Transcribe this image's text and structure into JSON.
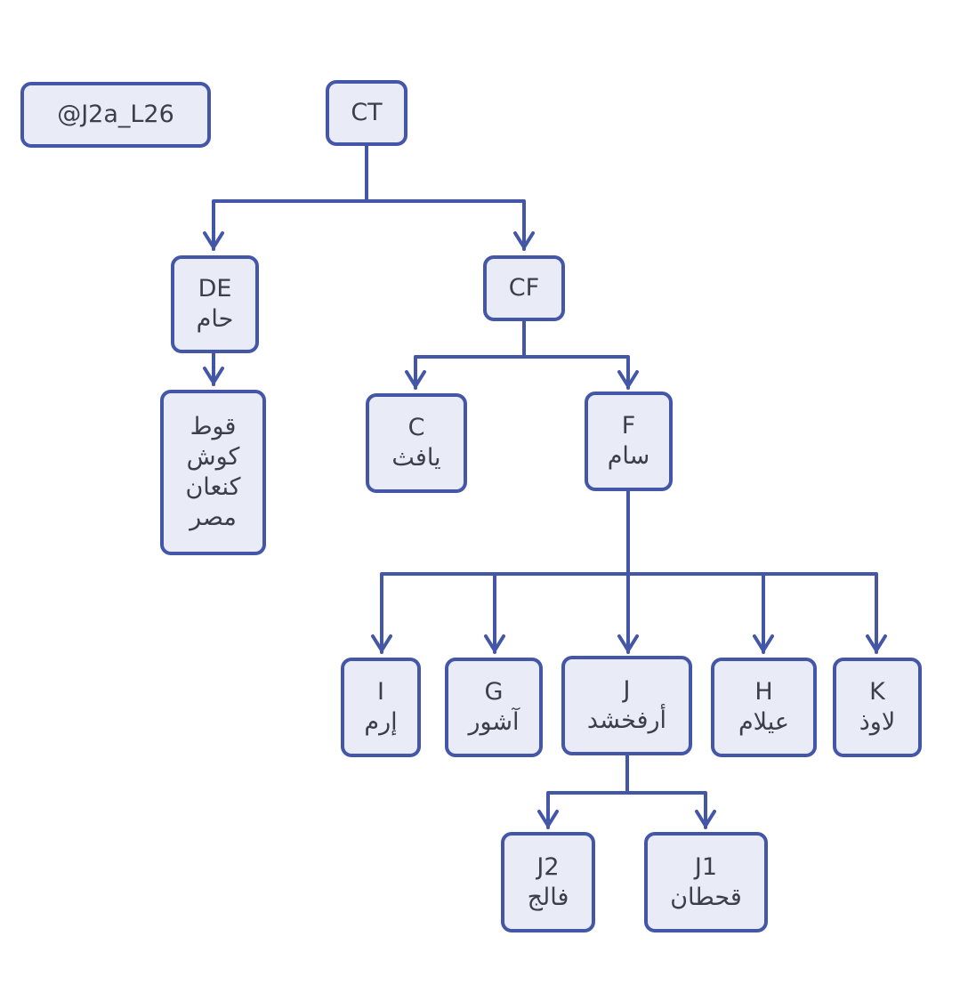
{
  "watermark": "@J2a_L26",
  "nodes": {
    "ct": {
      "code": "CT"
    },
    "de": {
      "code": "DE",
      "name": "حام"
    },
    "cf": {
      "code": "CF"
    },
    "de_children": {
      "lines": [
        "قوط",
        "كوش",
        "كنعان",
        "مصر"
      ]
    },
    "c": {
      "code": "C",
      "name": "يافث"
    },
    "f": {
      "code": "F",
      "name": "سام"
    },
    "i": {
      "code": "I",
      "name": "إرم"
    },
    "g": {
      "code": "G",
      "name": "آشور"
    },
    "j": {
      "code": "J",
      "name": "أرفخشد"
    },
    "h": {
      "code": "H",
      "name": "عيلام"
    },
    "k": {
      "code": "K",
      "name": "لاوذ"
    },
    "j2": {
      "code": "J2",
      "name": "فالج"
    },
    "j1": {
      "code": "J1",
      "name": "قحطان"
    }
  },
  "colors": {
    "stroke": "#4356a8",
    "fill": "#e9ebf7",
    "text": "#3a3f4a"
  }
}
